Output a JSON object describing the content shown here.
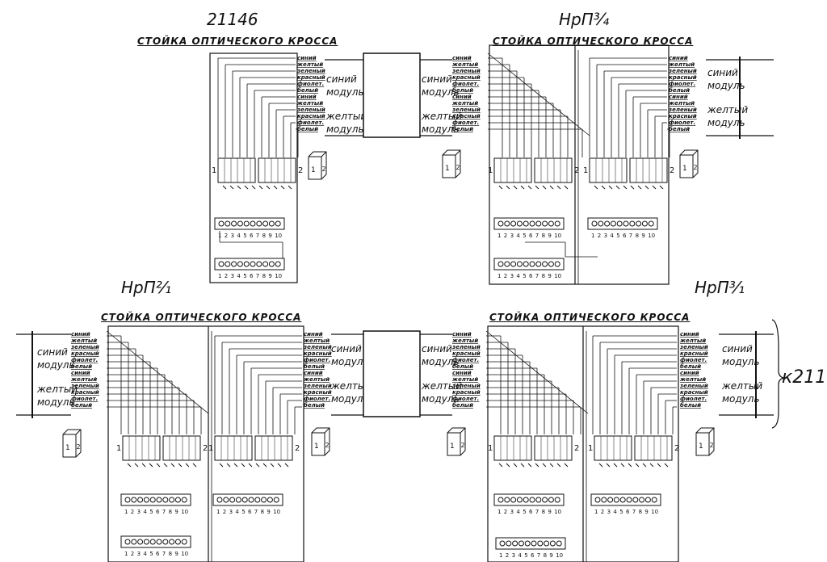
{
  "labels": {
    "top_left_station": "21146",
    "top_right_station": "НрП¾",
    "bottom_left_station": "НрП²⁄₁",
    "bottom_right_station": "НрП³⁄₁",
    "rack_title": "СТОЙКА ОПТИЧЕСКОГО КРОССА",
    "destination": "к211"
  },
  "module_names": [
    "синий",
    "модуль",
    "желтый",
    "модуль"
  ],
  "fiber_colors": [
    "синий",
    "желтый",
    "зеленый",
    "красный",
    "фиолет.",
    "белый"
  ],
  "connector_numbers": [
    "1",
    "2"
  ],
  "port_numbers": [
    "1",
    "2",
    "3",
    "4",
    "5",
    "6",
    "7",
    "8",
    "9",
    "10"
  ]
}
